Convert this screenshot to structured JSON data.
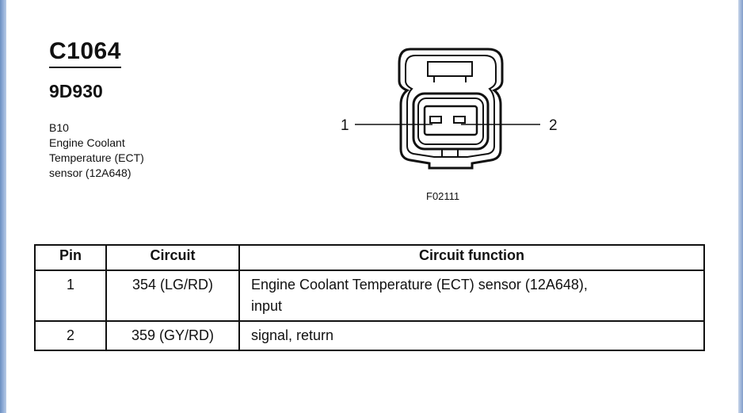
{
  "header": {
    "connector_id": "C1064",
    "part_number": "9D930",
    "description_lines": [
      "B10",
      "Engine Coolant",
      "Temperature (ECT)",
      "sensor (12A648)"
    ]
  },
  "diagram": {
    "pin_labels": [
      "1",
      "2"
    ],
    "figure_code": "F02111"
  },
  "table": {
    "columns": [
      "Pin",
      "Circuit",
      "Circuit function"
    ],
    "rows": [
      {
        "pin": "1",
        "circuit": "354 (LG/RD)",
        "function_lines": [
          "Engine Coolant Temperature (ECT) sensor (12A648),",
          "input"
        ]
      },
      {
        "pin": "2",
        "circuit": "359 (GY/RD)",
        "function_lines": [
          "signal, return"
        ]
      }
    ]
  }
}
